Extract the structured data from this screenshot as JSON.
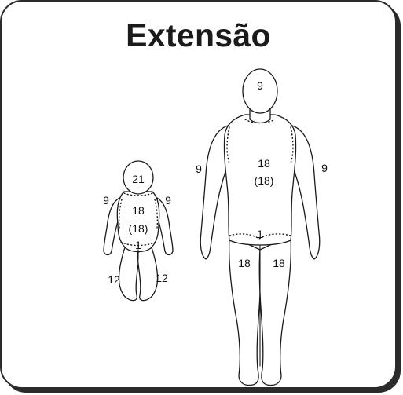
{
  "title": "Extensão",
  "child": {
    "head": "21",
    "left_arm": "9",
    "right_arm": "9",
    "trunk_front": "18",
    "trunk_back": "(18)",
    "genitals": "1",
    "left_leg": "12",
    "right_leg": "12"
  },
  "adult": {
    "head": "9",
    "left_arm": "9",
    "right_arm": "9",
    "trunk_front": "18",
    "trunk_back": "(18)",
    "genitals": "1",
    "left_leg": "18",
    "right_leg": "18"
  }
}
